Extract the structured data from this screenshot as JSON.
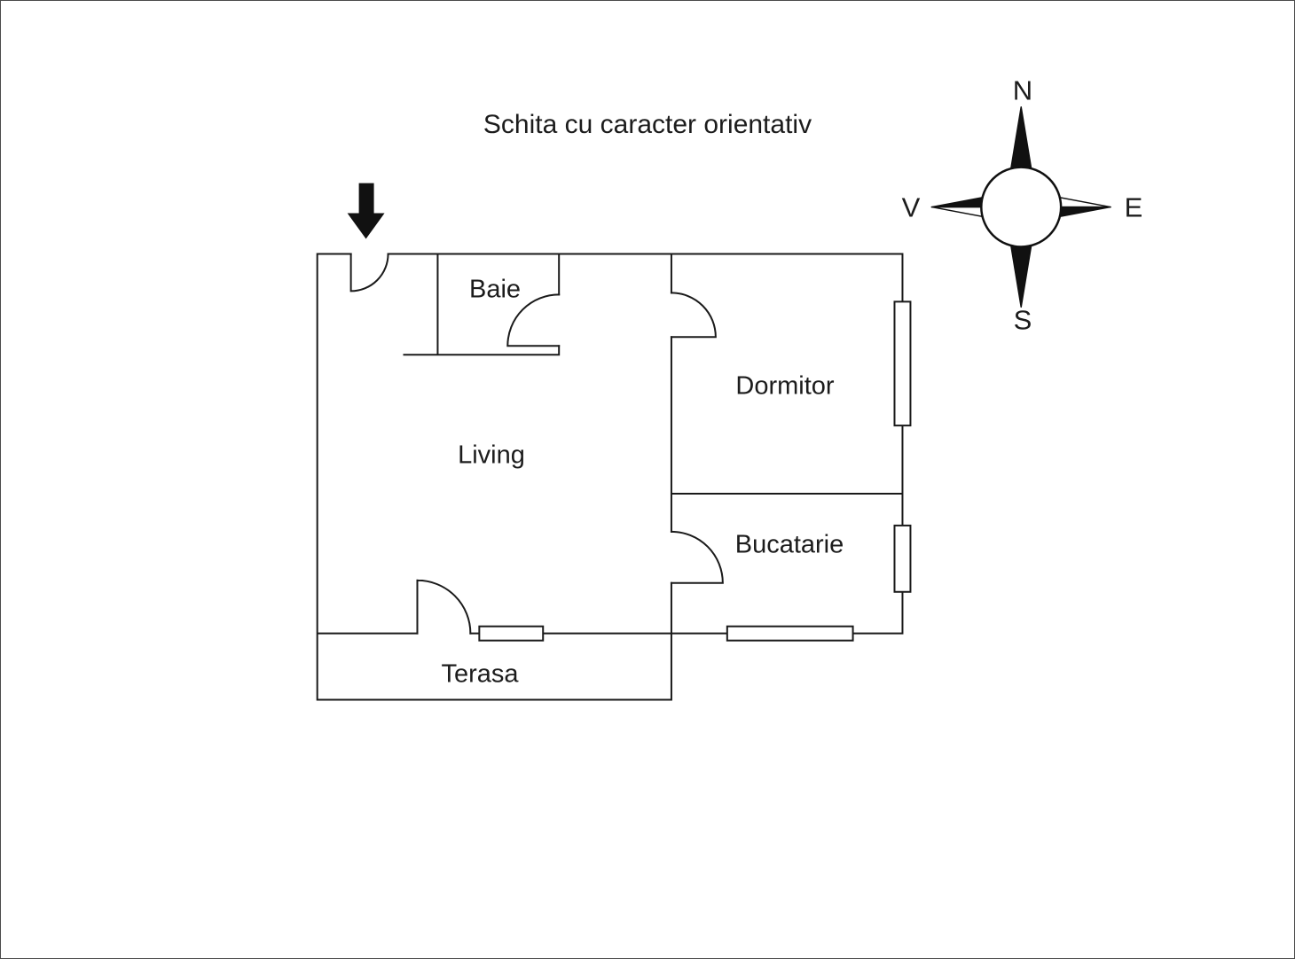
{
  "title": "Schita cu caracter orientativ",
  "compass": {
    "north": "N",
    "east": "E",
    "south": "S",
    "west": "V"
  },
  "rooms": [
    {
      "id": "baie",
      "label": "Baie"
    },
    {
      "id": "dormitor",
      "label": "Dormitor"
    },
    {
      "id": "living",
      "label": "Living"
    },
    {
      "id": "bucatarie",
      "label": "Bucatarie"
    },
    {
      "id": "terasa",
      "label": "Terasa"
    }
  ],
  "icons": {
    "entrance_arrow": "entrance-arrow-icon",
    "compass_rose": "compass-rose-icon"
  },
  "colors": {
    "background": "#ffffff",
    "wall": "#1a1a1a",
    "text": "#1c1c1c",
    "compass_black": "#111111"
  }
}
